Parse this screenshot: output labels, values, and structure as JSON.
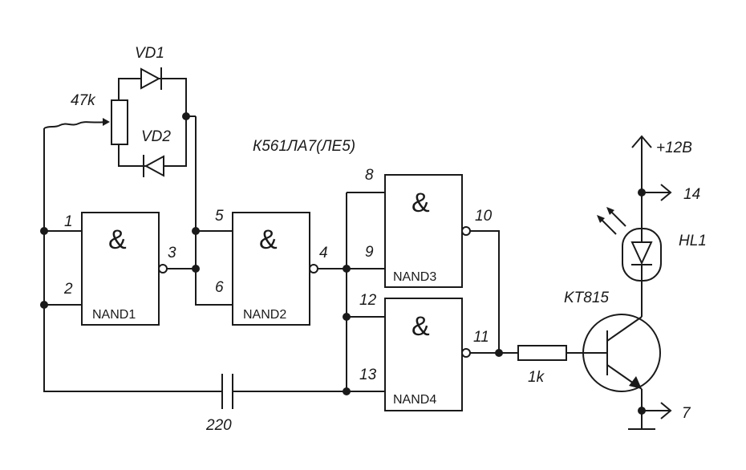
{
  "chip_label": "К561ЛА7(ЛЕ5)",
  "gates": [
    {
      "name": "NAND1",
      "symbol": "&",
      "pins": [
        "1",
        "2",
        "3"
      ]
    },
    {
      "name": "NAND2",
      "symbol": "&",
      "pins": [
        "5",
        "6",
        "4"
      ]
    },
    {
      "name": "NAND3",
      "symbol": "&",
      "pins": [
        "8",
        "9",
        "10"
      ]
    },
    {
      "name": "NAND4",
      "symbol": "&",
      "pins": [
        "12",
        "13",
        "11"
      ]
    }
  ],
  "components": {
    "resistor_pot": "47k",
    "diode1": "VD1",
    "diode2": "VD2",
    "capacitor": "220",
    "resistor_base": "1k",
    "led": "HL1",
    "transistor": "KT815"
  },
  "power": {
    "supply": "+12В",
    "vcc_pin": "14",
    "gnd_pin": "7"
  }
}
